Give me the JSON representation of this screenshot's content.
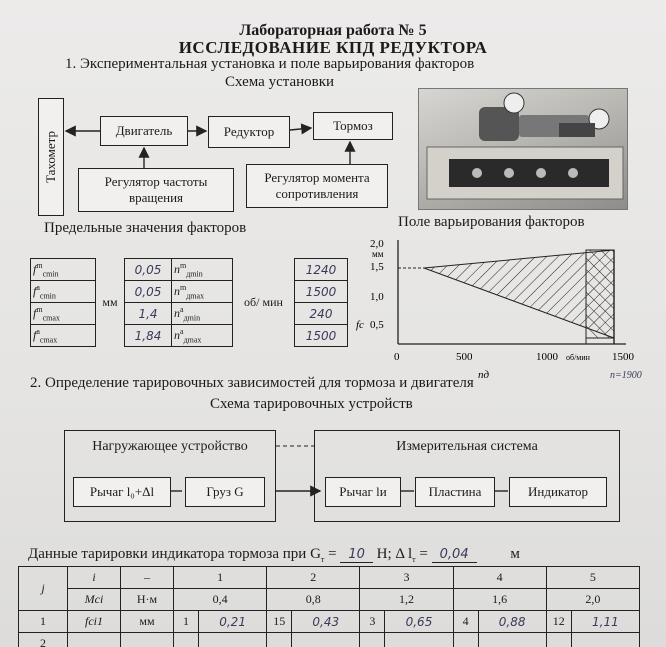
{
  "header": {
    "lab_title": "Лабораторная работа № 5",
    "lab_subtitle": "ИССЛЕДОВАНИЕ КПД РЕДУКТОРА",
    "section1_title": "1. Экспериментальная установка и поле варьирования факторов",
    "scheme_title": "Схема установки"
  },
  "scheme": {
    "tachometer": "Тахометр",
    "engine": "Двигатель",
    "reducer": "Редуктор",
    "brake": "Тормоз",
    "speed_regulator": "Регулятор частоты вращения",
    "torque_regulator": "Регулятор момента сопротивления"
  },
  "limits": {
    "title": "Предельные значения факторов",
    "f_symbol": "f",
    "n_symbol": "n",
    "rows": [
      {
        "f_sup": "m",
        "f_sub": "cmin",
        "f_value": "0,05",
        "n_sup": "m",
        "n_sub": "дmin",
        "n_value": "1240"
      },
      {
        "f_sup": "a",
        "f_sub": "cmin",
        "f_value": "0,05",
        "n_sup": "m",
        "n_sub": "дmax",
        "n_value": "1500"
      },
      {
        "f_sup": "m",
        "f_sub": "cmax",
        "f_value": "1,4",
        "n_sup": "a",
        "n_sub": "дmin",
        "n_value": "240"
      },
      {
        "f_sup": "a",
        "f_sub": "cmax",
        "f_value": "1,84",
        "n_sup": "a",
        "n_sub": "дmax",
        "n_value": "1500"
      }
    ],
    "unit_mm": "мм",
    "unit_rpm": "об/ мин"
  },
  "field": {
    "title": "Поле варьирования факторов",
    "y_unit": "мм",
    "y_ticks": [
      "2,0",
      "1,5",
      "1,0",
      "0,5"
    ],
    "y_label": "fc",
    "x_ticks": [
      "0",
      "500",
      "1000",
      "1500"
    ],
    "x_unit": "об/мин",
    "x_label": "nд",
    "note": "n=1900"
  },
  "section2": {
    "title": "2. Определение тарировочных зависимостей для тормоза и двигателя",
    "scheme_title": "Схема тарировочных устройств",
    "load_device": "Нагружающее устройство",
    "measuring_system": "Измерительная система",
    "lever_load": "Рычаг l₀+Δl",
    "weight": "Груз G",
    "lever_meas": "Рычаг lи",
    "plate": "Пластина",
    "indicator": "Индикатор"
  },
  "calibration": {
    "label_prefix": "Данные тарировки индикатора тормоза при G",
    "g_value": "10",
    "g_unit": "Н;",
    "dl_label": "Δ l",
    "dl_value": "0,04",
    "dl_unit": "м",
    "headers": [
      "j",
      "i",
      "–",
      "1",
      "2",
      "3",
      "4",
      "5"
    ],
    "moment_label": "Mci",
    "moment_unit": "Н·м",
    "moments": [
      "0,4",
      "0,8",
      "1,2",
      "1,6",
      "2,0"
    ],
    "row1": {
      "j": "1",
      "label": "fci1",
      "unit": "мм",
      "values": [
        "1",
        "0,21",
        "15",
        "0,43",
        "3",
        "0,65",
        "4",
        "0,88",
        "12",
        "1,11"
      ]
    },
    "row2_j": "2"
  }
}
